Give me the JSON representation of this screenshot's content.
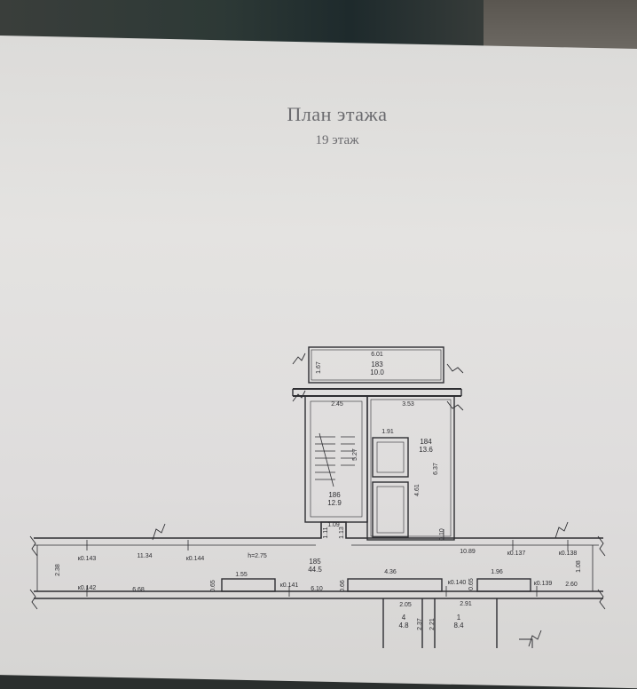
{
  "document": {
    "title": "План этажа",
    "subtitle": "19 этаж"
  },
  "rooms": [
    {
      "number": "183",
      "area": "10.0"
    },
    {
      "number": "184",
      "area": "13.6"
    },
    {
      "number": "186",
      "area": "12.9"
    },
    {
      "number": "185",
      "area": "44.5"
    },
    {
      "number": "4",
      "area": "4.8"
    },
    {
      "number": "1",
      "area": "8.4"
    }
  ],
  "dimensions": {
    "d601": "6.01",
    "d167": "1.67",
    "d245": "2.45",
    "d353": "3.53",
    "d191": "1.91",
    "d527": "5.27",
    "d461": "4.61",
    "d637": "6.37",
    "d109": "1.09",
    "d111": "1.11",
    "d113": "1.13",
    "d1134": "11.34",
    "d1089": "10.89",
    "d238": "2.38",
    "d108": "1.08",
    "d668": "6.68",
    "d155": "1.55",
    "d610": "6.10",
    "d436": "4.36",
    "d196": "1.96",
    "d260": "2.60",
    "d205": "2.05",
    "d291": "2.91",
    "d065a": "0.65",
    "d066": "0.66",
    "d065b": "0.65",
    "d237": "2.37",
    "d221": "2.21",
    "d010": "0.10",
    "height": "h=2.75"
  },
  "markers": {
    "k143": "к0.143",
    "k144": "к0.144",
    "k142": "к0.142",
    "k141": "к0.141",
    "k140": "к0.140",
    "k137": "к0.137",
    "k139": "к0.139",
    "k138": "к0.138"
  }
}
